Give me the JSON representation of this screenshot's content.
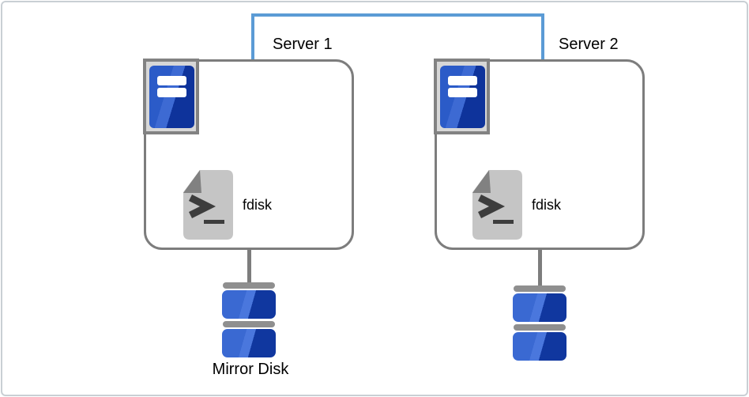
{
  "servers": [
    {
      "name": "Server 1",
      "app": "fdisk"
    },
    {
      "name": "Server 2",
      "app": "fdisk"
    }
  ],
  "storage": {
    "mirror_disk_label": "Mirror Disk"
  },
  "icons": {
    "server_icon": "server-tower-with-drive-bays",
    "app_icon": "terminal-prompt-document",
    "disk_icon": "mirrored-disk-stack"
  },
  "colors": {
    "connector_blue": "#5b9bd5",
    "box_border": "#7d7d7d",
    "frame_border": "#828282",
    "frame_fill": "#d7d7d7",
    "si_light": "#2b5bc8",
    "si_mid": "#3d6ad3",
    "si_dark": "#0e339b",
    "disk_light": "#3a69d2",
    "disk_mid": "#4a77dd",
    "disk_dark": "#10379f",
    "sep_gray": "#8f8f8f",
    "page_gray": "#c5c5c5",
    "fold_gray": "#818181",
    "prompt_dark": "#3d3d3d",
    "page_border": "#c9cfd4",
    "text_black": "#000000"
  }
}
